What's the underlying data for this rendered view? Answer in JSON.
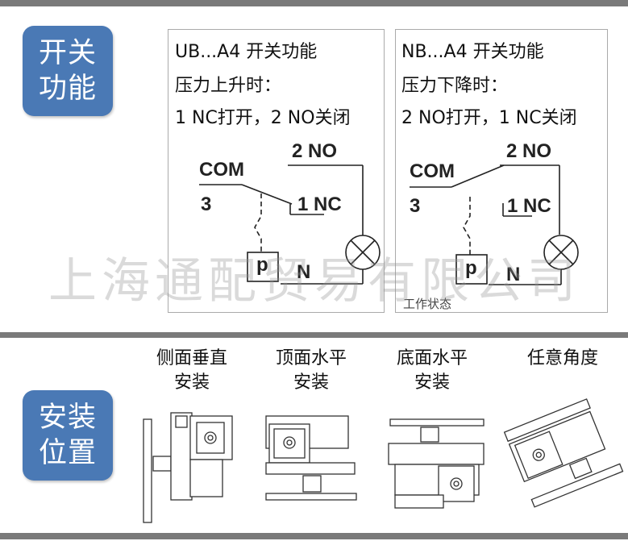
{
  "badges": {
    "switch_function": [
      "开关",
      "功能"
    ],
    "install_position": [
      "安装",
      "位置"
    ]
  },
  "panel_ub": {
    "title": "UB...A4 开关功能",
    "condition": "压力上升时：",
    "action": "1 NC打开，2 NO关闭",
    "com": "COM",
    "num3": "3",
    "no2": "2  NO",
    "nc1": "1 NC",
    "p": "p",
    "n": "N"
  },
  "panel_nb": {
    "title": "NB...A4 开关功能",
    "condition": "压力下降时：",
    "action": "2 NO打开，1 NC关闭",
    "com": "COM",
    "num3": "3",
    "no2": "2 NO",
    "nc1": "1 NC",
    "p": "p",
    "n": "N",
    "status": "工作状态"
  },
  "watermark": "上海通配贸易有限公司",
  "installations": [
    {
      "line1": "侧面垂直",
      "line2": "安装"
    },
    {
      "line1": "顶面水平",
      "line2": "安装"
    },
    {
      "line1": "底面水平",
      "line2": "安装"
    },
    {
      "line1": "任意角度",
      "line2": ""
    }
  ],
  "colors": {
    "badge": "#4a79b5",
    "divider": "#7a7a7a",
    "line": "#222222"
  }
}
